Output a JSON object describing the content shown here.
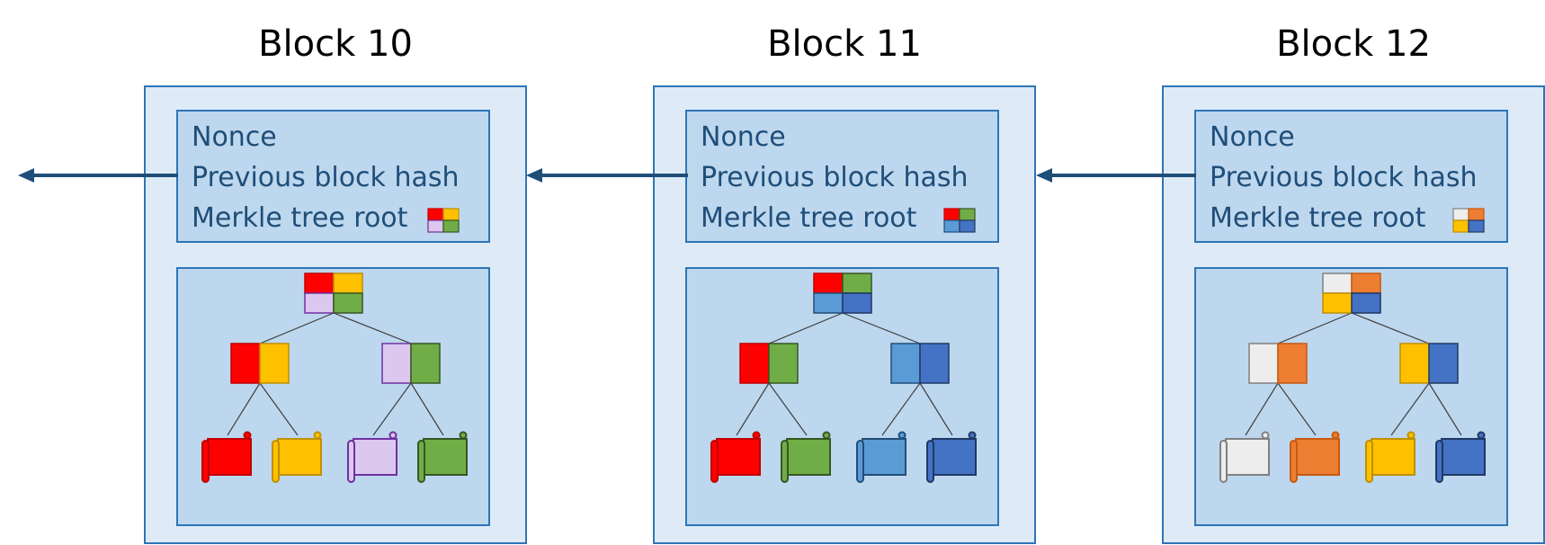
{
  "colors": {
    "arrow": "#1F4E79",
    "outer_fill": "#DEEBF7",
    "inner_fill": "#BDD7EE",
    "border": "#2E75B6",
    "edge": "#404040"
  },
  "blocks": [
    {
      "title": "Block 10",
      "header": {
        "line1": "Nonce",
        "line2": "Previous block hash",
        "line3": "Merkle tree root"
      },
      "leaves": [
        {
          "fill": "#FF0000",
          "stroke": "#C00000",
          "icon": "transaction-scroll-icon"
        },
        {
          "fill": "#FFC000",
          "stroke": "#BF9000",
          "icon": "transaction-scroll-icon"
        },
        {
          "fill": "#DCC8EE",
          "stroke": "#7030A0",
          "icon": "transaction-scroll-icon"
        },
        {
          "fill": "#70AD47",
          "stroke": "#375623",
          "icon": "transaction-scroll-icon"
        }
      ]
    },
    {
      "title": "Block 11",
      "header": {
        "line1": "Nonce",
        "line2": "Previous block hash",
        "line3": "Merkle tree root"
      },
      "leaves": [
        {
          "fill": "#FF0000",
          "stroke": "#C00000",
          "icon": "transaction-scroll-icon"
        },
        {
          "fill": "#70AD47",
          "stroke": "#375623",
          "icon": "transaction-scroll-icon"
        },
        {
          "fill": "#5B9BD5",
          "stroke": "#1F4E79",
          "icon": "transaction-scroll-icon"
        },
        {
          "fill": "#4472C4",
          "stroke": "#1F3864",
          "icon": "transaction-scroll-icon"
        }
      ]
    },
    {
      "title": "Block 12",
      "header": {
        "line1": "Nonce",
        "line2": "Previous block hash",
        "line3": "Merkle tree root"
      },
      "leaves": [
        {
          "fill": "#EDEDED",
          "stroke": "#808080",
          "icon": "transaction-scroll-icon"
        },
        {
          "fill": "#ED7D31",
          "stroke": "#C55A11",
          "icon": "transaction-scroll-icon"
        },
        {
          "fill": "#FFC000",
          "stroke": "#BF9000",
          "icon": "transaction-scroll-icon"
        },
        {
          "fill": "#4472C4",
          "stroke": "#1F3864",
          "icon": "transaction-scroll-icon"
        }
      ]
    }
  ]
}
